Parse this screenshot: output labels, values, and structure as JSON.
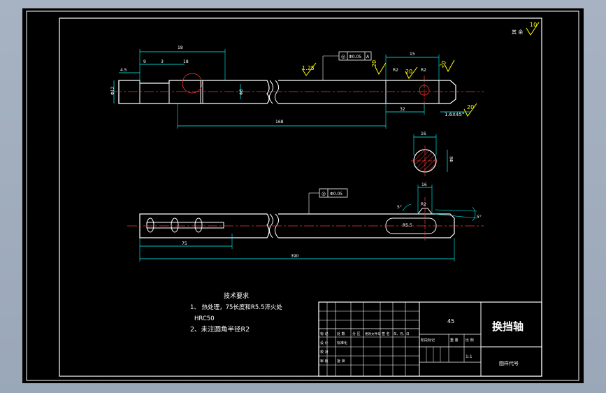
{
  "drawing": {
    "title": "换挡轴",
    "drawing_no_label": "图样代号",
    "material": "45",
    "scale": "1:1",
    "corner_roughness_label": "其 余",
    "corner_roughness_value": "10"
  },
  "tech_requirements": {
    "heading": "技术要求",
    "line1": "1、 热处理，75长度和R5.5淬火处",
    "line2": "HRC50",
    "line3": "2、未注圆角半径R2"
  },
  "top_view": {
    "dim_overall_top": "18",
    "dim_9": "9",
    "dim_3": "3",
    "dim_18b": "18",
    "dim_4_5": "4.5",
    "dim_left_dia": "Φ12",
    "dim_mid_dia": "Φ8",
    "dim_length": "168",
    "dim_right_15": "15",
    "dim_right_32": "32",
    "chamfer": "1.6X45°",
    "rough_1": "1.25",
    "rough_2": "20",
    "rough_3": "20",
    "rough_4": "20",
    "rough_5": "20",
    "r2_a": "R2",
    "r2_b": "R2",
    "gdt_symbol": "◎",
    "gdt_tol": "Φ0.05",
    "gdt_ref": "A"
  },
  "section_view": {
    "dim_width": "16",
    "dim_height": "Φ8"
  },
  "bottom_view": {
    "dim_75": "75",
    "dim_total": "390",
    "dim_16": "16",
    "dim_r5_5": "R5.5",
    "dim_r2": "R2",
    "angle": "5°",
    "gdt_symbol": "◎",
    "gdt_tol": "Φ0.05"
  },
  "title_block": {
    "row_labels": [
      "标 记",
      "设 计",
      "校 对",
      "审 核"
    ],
    "cols": [
      "处 数",
      "分 区",
      "更改文件号",
      "签 名",
      "年、月、日"
    ],
    "stage_label": "阶段标记",
    "weight_label": "重 量",
    "scale_label": "比 例",
    "std_label": "标准化",
    "approve_label": "批 准"
  }
}
